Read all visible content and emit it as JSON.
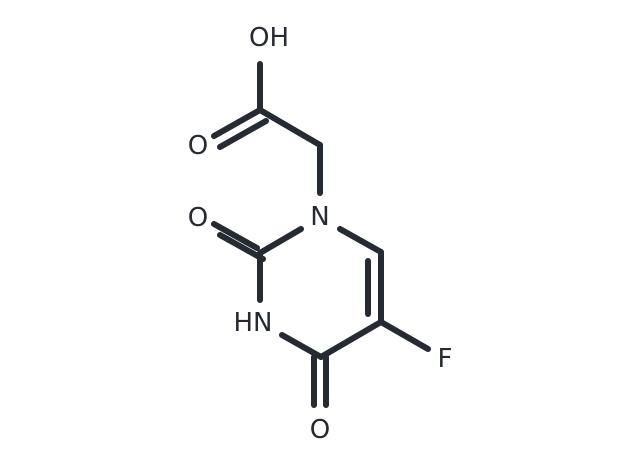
{
  "structure": {
    "atoms": {
      "oh": "OH",
      "o_acid": "O",
      "n1": "N",
      "o_c2": "O",
      "nh": "HN",
      "f": "F",
      "o_c4": "O"
    },
    "colors": {
      "ink": "#262a33",
      "background": "#ffffff"
    }
  }
}
